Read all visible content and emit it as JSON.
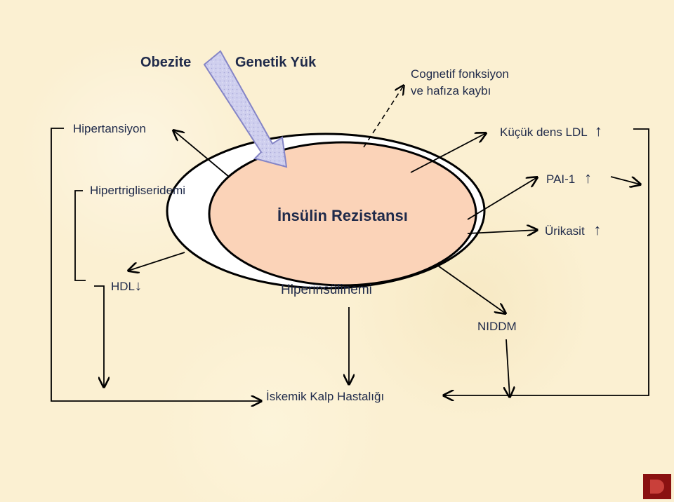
{
  "nodes": {
    "obezite": "Obezite",
    "genetik_yuk": "Genetik Yük",
    "cognetif": "Cognetif fonksiyon ve hafıza kaybı",
    "cognetif_line1": "Cognetif fonksiyon",
    "cognetif_line2": "ve hafıza kaybı",
    "hipertansiyon": "Hipertansiyon",
    "kucuk_dens_ldl": "Küçük dens LDL",
    "hipertrigliseridemi": "Hipertrigliseridemi",
    "pai1": "PAI-1",
    "insulin_rezistansi": "İnsülin Rezistansı",
    "urikasit": "Ürikasit",
    "hdl": "HDL",
    "hiperinsulinemi": "Hiperinsülinemi",
    "niddm": "NIDDM",
    "iskemik": "İskemik Kalp Hastalığı"
  },
  "symbols": {
    "up_arrow": "↑",
    "down_arrow": "↓"
  },
  "colors": {
    "background": "#fbf0d2",
    "ellipse_fill": "#fbd3b8",
    "genetik_arrow_fill": "#c9c9ee",
    "text": "#1f2a4a"
  },
  "edges": [
    {
      "from": "insulin_rezistansi",
      "to": "hipertansiyon",
      "style": "solid"
    },
    {
      "from": "genetik_yuk",
      "to": "insulin_rezistansi",
      "style": "block-arrow"
    },
    {
      "from": "insulin_rezistansi",
      "to": "cognetif",
      "style": "dashed"
    },
    {
      "from": "insulin_rezistansi",
      "to": "kucuk_dens_ldl",
      "style": "solid"
    },
    {
      "from": "insulin_rezistansi",
      "to": "pai1",
      "style": "solid"
    },
    {
      "from": "insulin_rezistansi",
      "to": "urikasit",
      "style": "solid"
    },
    {
      "from": "insulin_rezistansi",
      "to": "hdl",
      "style": "solid"
    },
    {
      "from": "insulin_rezistansi",
      "to": "niddm",
      "style": "solid"
    },
    {
      "from": "hiperinsulinemi",
      "to": "iskemik",
      "style": "solid"
    },
    {
      "from": "niddm",
      "to": "iskemik",
      "style": "solid"
    },
    {
      "from": "hipertansiyon",
      "to": "iskemik",
      "style": "elbow"
    },
    {
      "from": "hipertrigliseridemi",
      "to": "iskemik",
      "style": "elbow"
    },
    {
      "from": "kucuk_dens_ldl",
      "to": "iskemik",
      "style": "elbow"
    }
  ]
}
